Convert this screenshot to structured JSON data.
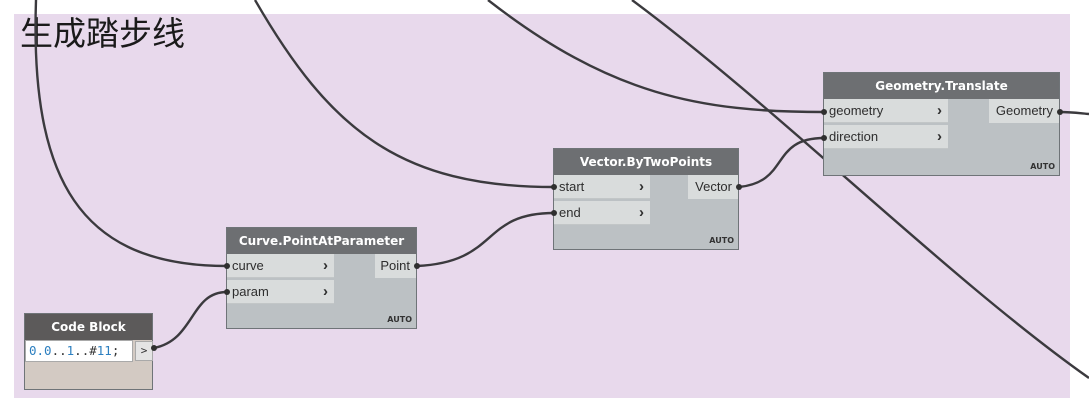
{
  "group": {
    "title": "生成踏步线",
    "background": "#e8d9ec"
  },
  "nodes": {
    "code_block": {
      "title": "Code Block",
      "code_tokens": [
        {
          "text": "0.0",
          "kind": "num"
        },
        {
          "text": "..",
          "kind": "op"
        },
        {
          "text": "1",
          "kind": "num"
        },
        {
          "text": "..#",
          "kind": "op"
        },
        {
          "text": "11",
          "kind": "num"
        },
        {
          "text": ";",
          "kind": "op"
        }
      ],
      "output_glyph": ">"
    },
    "curve_point_at_parameter": {
      "title": "Curve.PointAtParameter",
      "inputs": [
        "curve",
        "param"
      ],
      "output": "Point",
      "lacing": "AUTO"
    },
    "vector_by_two_points": {
      "title": "Vector.ByTwoPoints",
      "inputs": [
        "start",
        "end"
      ],
      "output": "Vector",
      "lacing": "AUTO"
    },
    "geometry_translate": {
      "title": "Geometry.Translate",
      "inputs": [
        "geometry",
        "direction"
      ],
      "output": "Geometry",
      "lacing": "AUTO"
    }
  },
  "colors": {
    "wire": "#3b3a3e",
    "node_header": "#6d6f72",
    "node_body": "#bcc1c4",
    "code_number": "#2c7fc0"
  }
}
